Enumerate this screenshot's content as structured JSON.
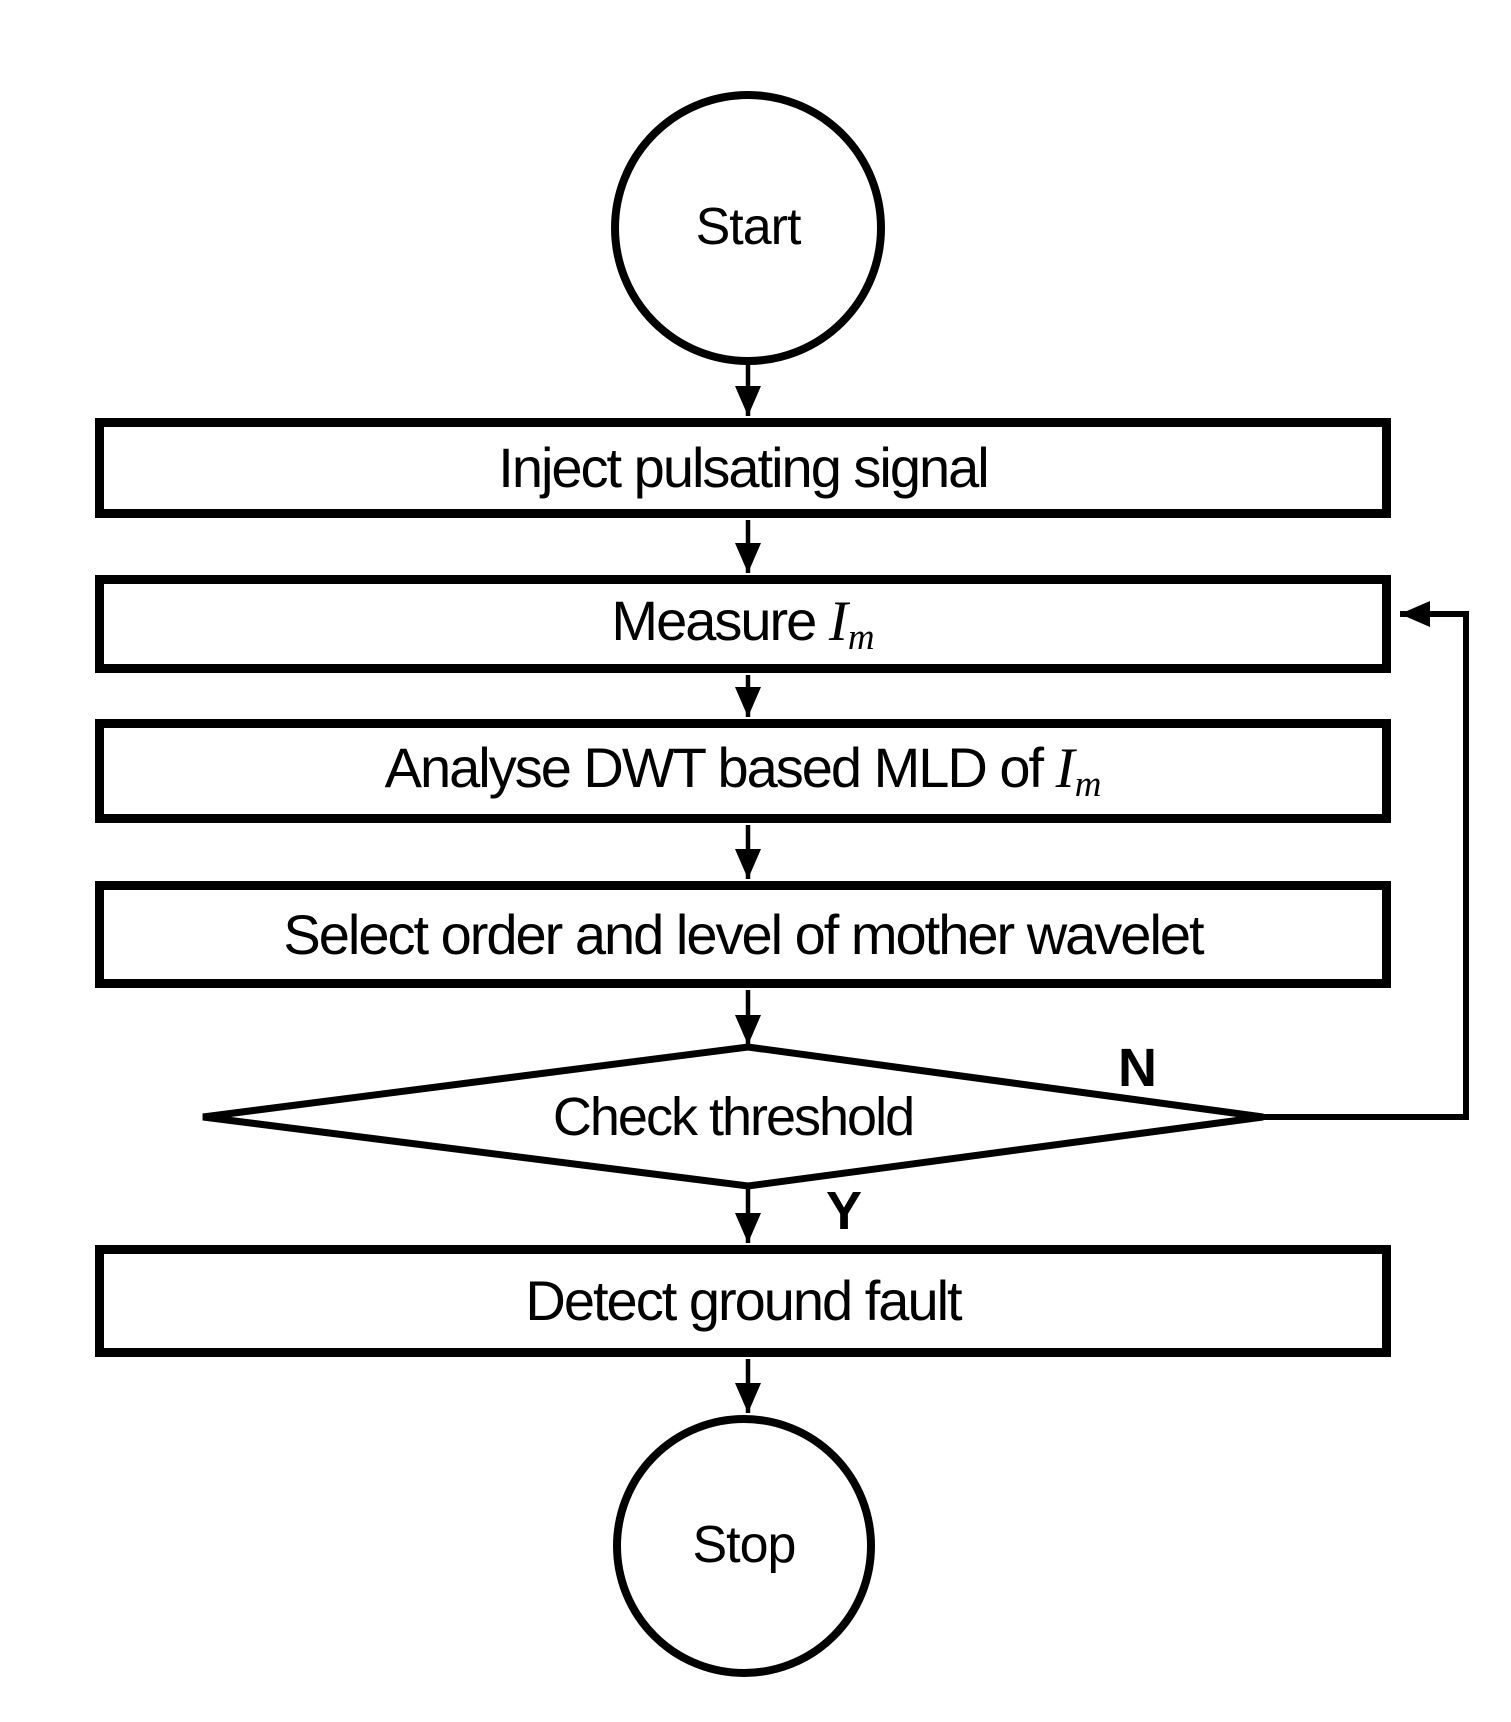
{
  "diagram": {
    "type": "flowchart",
    "colors": {
      "stroke": "#000000",
      "fill": "#ffffff",
      "text": "#000000"
    },
    "nodes": [
      {
        "id": "start",
        "shape": "circle",
        "label": "Start"
      },
      {
        "id": "inject",
        "shape": "rect",
        "label": "Inject pulsating signal"
      },
      {
        "id": "measure",
        "shape": "rect",
        "label_prefix": "Measure ",
        "math_var": "I",
        "math_sub": "m"
      },
      {
        "id": "analyse",
        "shape": "rect",
        "label_prefix": "Analyse DWT based MLD of ",
        "math_var": "I",
        "math_sub": "m"
      },
      {
        "id": "select",
        "shape": "rect",
        "label": "Select order and level of mother wavelet"
      },
      {
        "id": "check",
        "shape": "diamond",
        "label": "Check threshold"
      },
      {
        "id": "detect",
        "shape": "rect",
        "label": "Detect ground fault"
      },
      {
        "id": "stop",
        "shape": "circle",
        "label": "Stop"
      }
    ],
    "branch_labels": {
      "no": "N",
      "yes": "Y"
    }
  }
}
